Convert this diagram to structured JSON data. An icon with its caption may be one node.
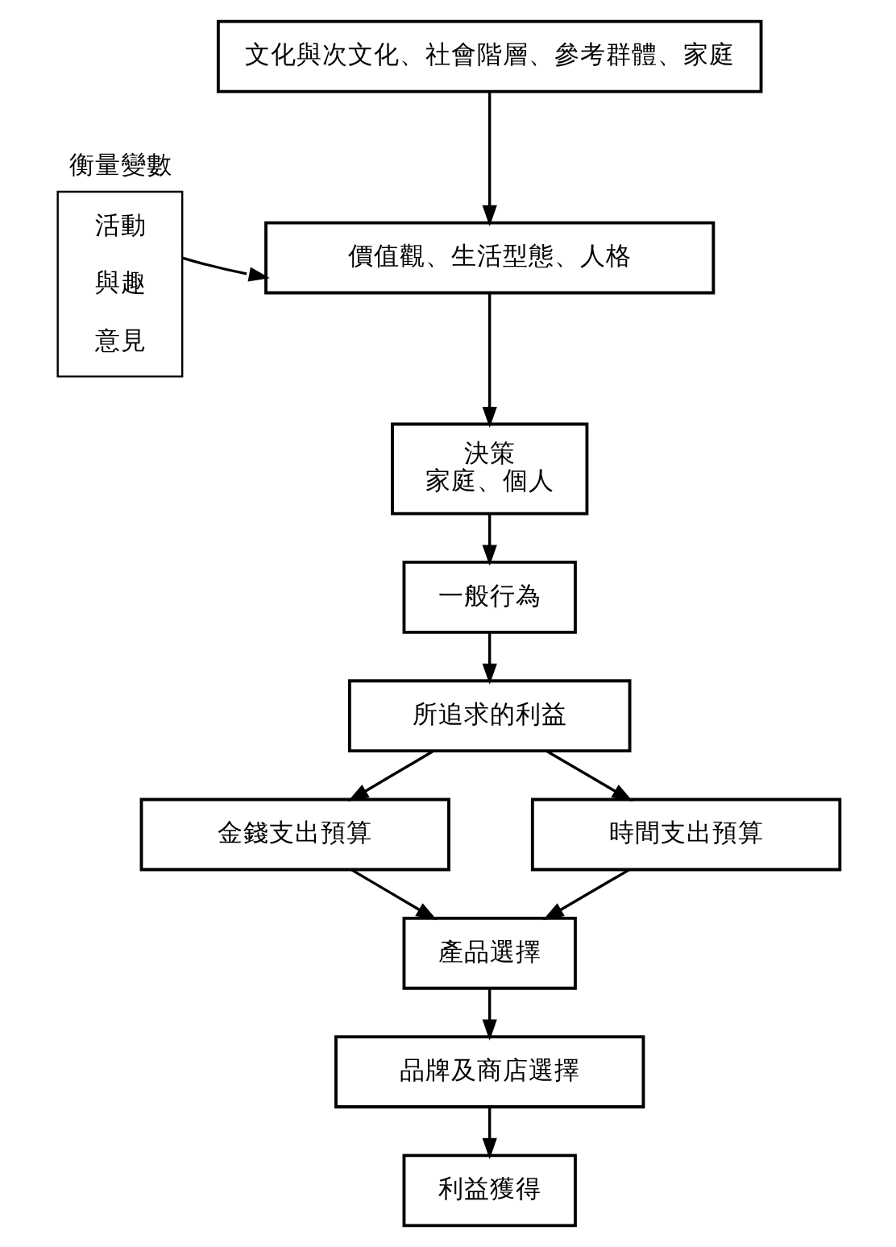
{
  "diagram": {
    "nodes": [
      {
        "text": [
          "文化與次文化、社會階層、參考群體、家庭"
        ]
      },
      {
        "text": [
          "衡量變數",
          "活動",
          "與趣",
          "意見"
        ]
      },
      {
        "text": [
          "價值觀、生活型態、人格"
        ]
      },
      {
        "text": [
          "決策",
          "家庭、個人"
        ]
      },
      {
        "text": [
          "一般行為"
        ]
      },
      {
        "text": [
          "所追求的利益"
        ]
      },
      {
        "text": [
          "金錢支出預算"
        ]
      },
      {
        "text": [
          "時間支出預算"
        ]
      },
      {
        "text": [
          "產品選擇"
        ]
      },
      {
        "text": [
          "品牌及商店選擇"
        ]
      },
      {
        "text": [
          "利益獲得"
        ]
      }
    ],
    "edges": [
      {
        "from": 0,
        "to": 2,
        "arrow": "to"
      },
      {
        "from": 1,
        "to": 2,
        "arrow": "to"
      },
      {
        "from": 2,
        "to": 3,
        "arrow": "to"
      },
      {
        "from": 3,
        "to": 4,
        "arrow": "to"
      },
      {
        "from": 4,
        "to": 5,
        "arrow": "to"
      },
      {
        "from": 5,
        "to": 6,
        "arrow": "to"
      },
      {
        "from": 5,
        "to": 7,
        "arrow": "to"
      },
      {
        "from": 6,
        "to": 8,
        "arrow": "to"
      },
      {
        "from": 7,
        "to": 8,
        "arrow": "to"
      },
      {
        "from": 8,
        "to": 9,
        "arrow": "to"
      },
      {
        "from": 9,
        "to": 10,
        "arrow": "to"
      }
    ]
  }
}
